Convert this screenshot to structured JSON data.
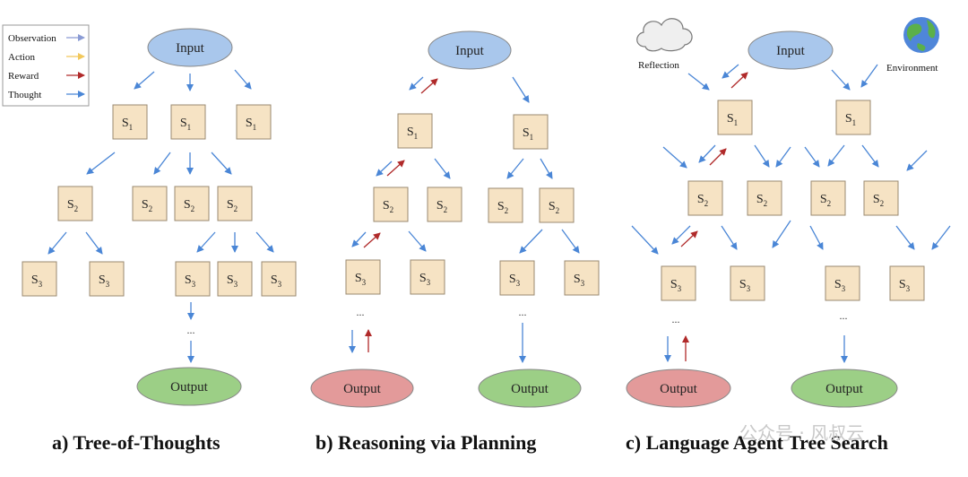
{
  "legend": {
    "items": [
      {
        "label": "Observation",
        "color": "#8a9bd4"
      },
      {
        "label": "Action",
        "color": "#f2c85b"
      },
      {
        "label": "Reward",
        "color": "#b02a2a"
      },
      {
        "label": "Thought",
        "color": "#4a86d6"
      }
    ]
  },
  "colors": {
    "state_fill": "#f6e3c4",
    "state_stroke": "#9a8a70",
    "input_fill": "#a9c7ec",
    "output_green": "#9ccf86",
    "output_red": "#e39a9a",
    "blue_arrow": "#4a86d6",
    "red_arrow": "#b02a2a"
  },
  "labels": {
    "input": "Input",
    "output": "Output",
    "s1": "1",
    "s2": "2",
    "s3": "3",
    "s_letter": "S",
    "ellipsis": "...",
    "reflection": "Reflection",
    "environment": "Environment"
  },
  "captions": {
    "a": "a) Tree-of-Thoughts",
    "b": "b) Reasoning via Planning",
    "c": "c) Language Agent Tree Search"
  },
  "watermark": "公众号 · 风叔云"
}
